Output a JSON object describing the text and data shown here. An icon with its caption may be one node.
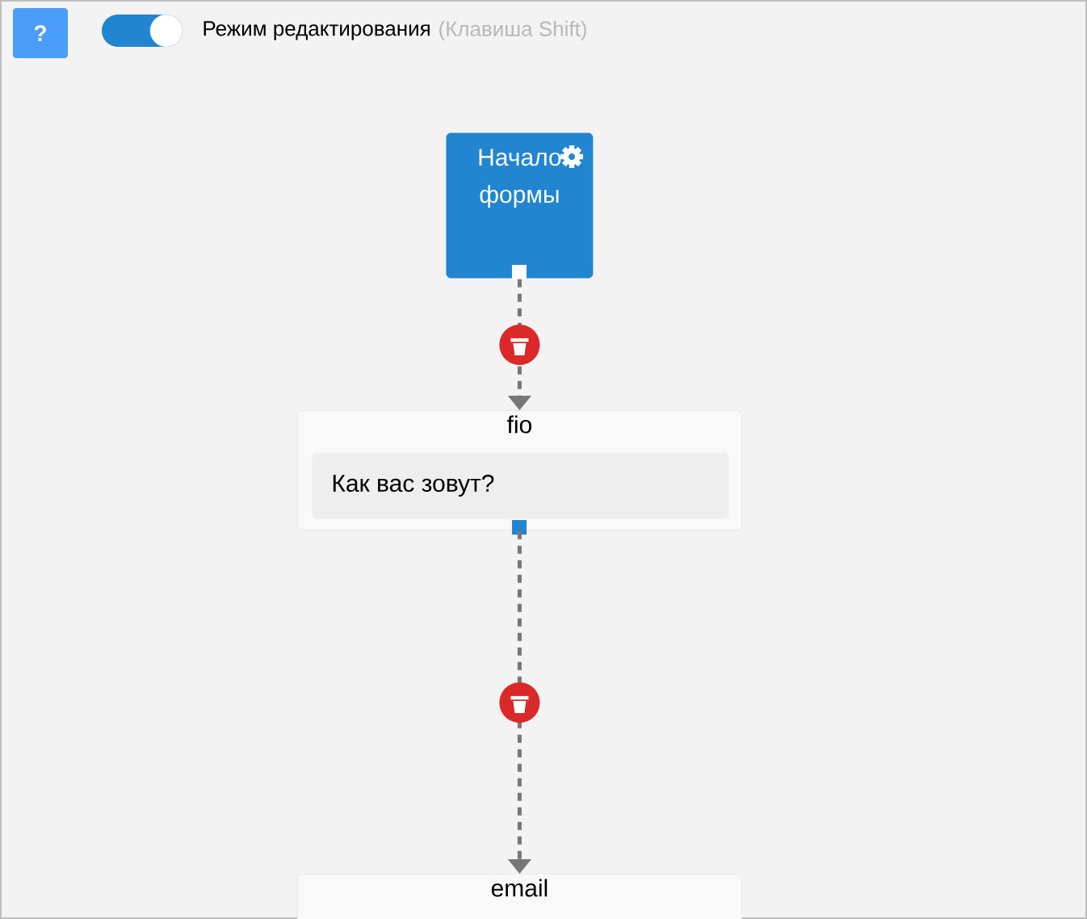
{
  "diagram": {
    "nodes": [
      {
        "text": [
          "Начало формы"
        ]
      },
      {
        "text": [
          "fio"
        ]
      },
      {
        "text": [
          "Как вас зовут?"
        ],
        "in": 1
      },
      {
        "text": [
          "email"
        ]
      }
    ],
    "edges": [
      {
        "from": 0,
        "to": 1,
        "arrow": "to",
        "style": "dashed"
      },
      {
        "from": 1,
        "to": 3,
        "arrow": "to",
        "style": "dashed"
      }
    ],
    "labels": [
      "?",
      "Режим редактирования",
      "(Клавиша Shift)"
    ]
  }
}
